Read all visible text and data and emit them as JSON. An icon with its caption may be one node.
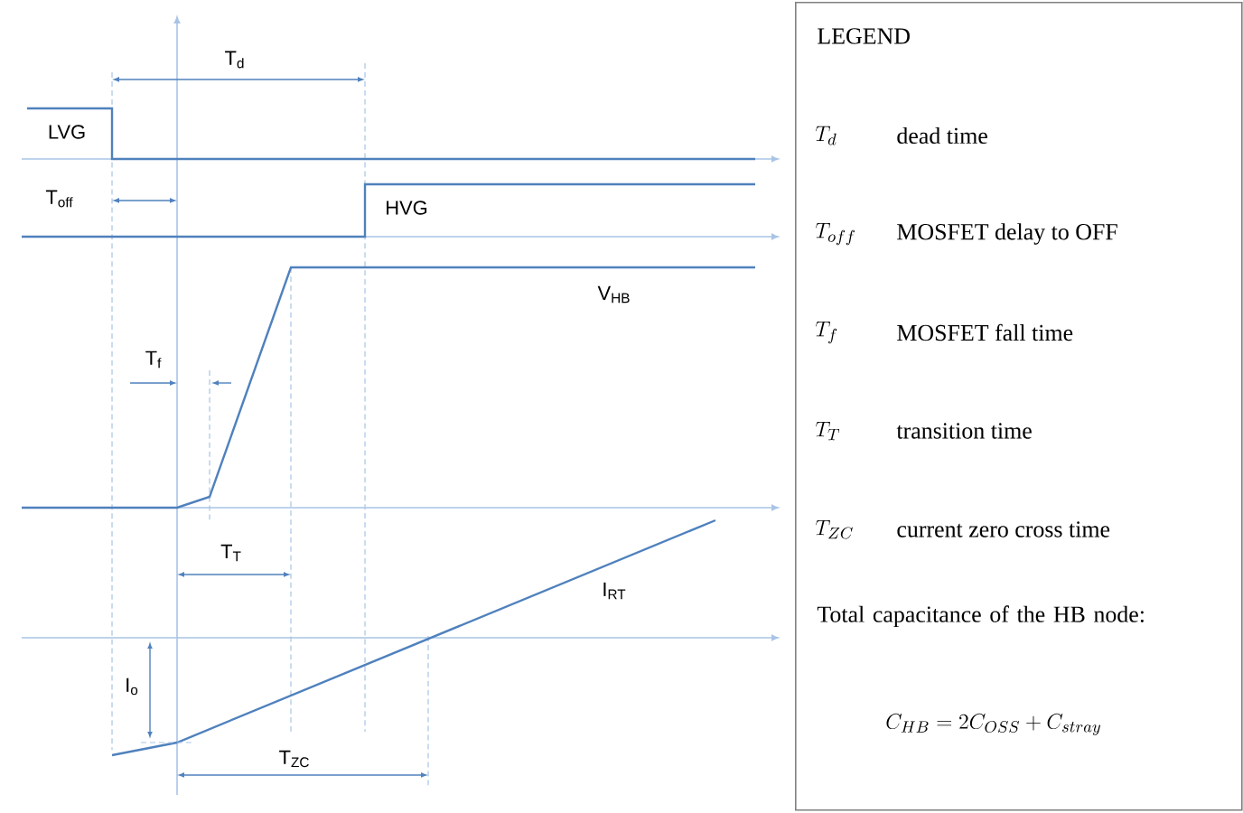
{
  "diagram": {
    "nodes": [
      {
        "text": [
          "LEGEND",
          "T_{d}",
          "dead time",
          "T_{off}",
          "MOSFET delay to OFF",
          "T_{f}",
          "MOSFET fall time",
          "T_{T}",
          "transition time",
          "T_{ZC}",
          "current zero cross time",
          "Total capacitance of the HB node:",
          "C_{HB}=2C_{OSS}+C_{stray}"
        ]
      }
    ],
    "labels": [
      "T$_{d}$",
      "LVG",
      "T$_{off}$",
      "HVG",
      "V$_{HB}$",
      "T$_{f}$",
      "T$_{T}$",
      "I$_{RT}$",
      "I$_{o}$",
      "T$_{ZC}$"
    ]
  }
}
